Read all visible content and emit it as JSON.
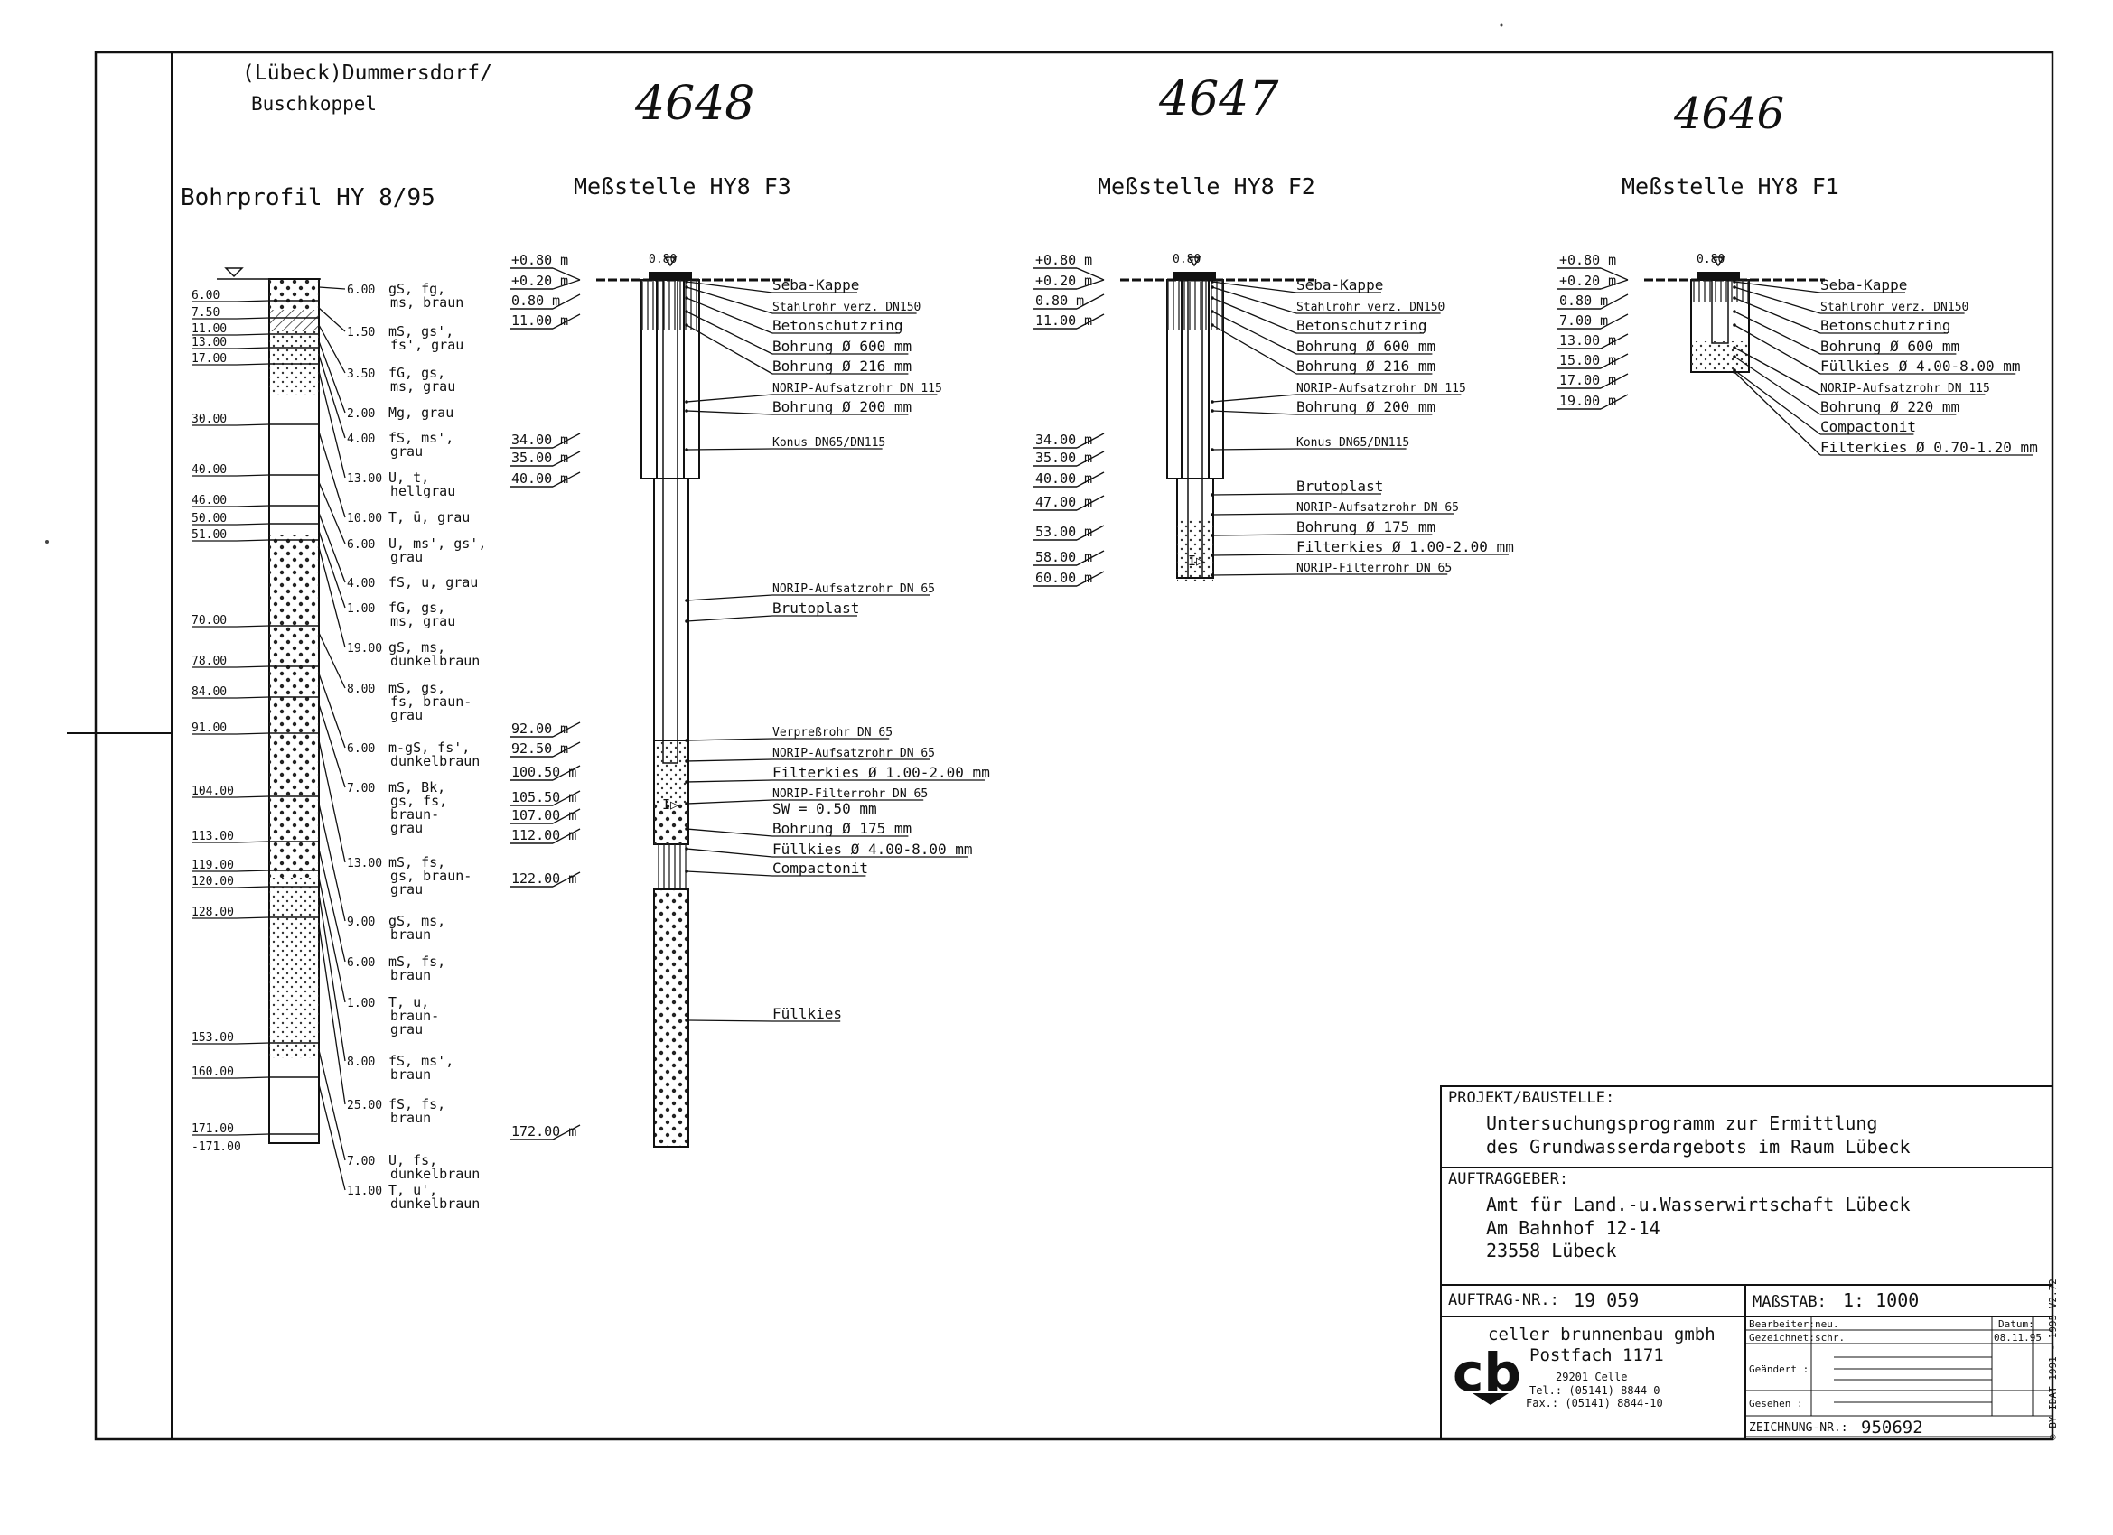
{
  "header": {
    "location_line1": "(Lübeck)Dummersdorf/",
    "location_line2": "Buschkoppel",
    "bohrprofil_title": "Bohrprofil HY 8/95"
  },
  "wells": [
    {
      "handwritten_number": "4648",
      "title": "Meßstelle HY8 F3",
      "depth_marks": [
        "+0.80 m",
        "+0.20 m",
        "0.80 m",
        "11.00 m",
        "34.00 m",
        "35.00 m",
        "40.00 m",
        "92.00 m",
        "92.50 m",
        "100.50 m",
        "105.50 m",
        "107.00 m",
        "112.00 m",
        "122.00 m",
        "172.00 m"
      ],
      "top_marker": "0.80",
      "labels": [
        "Seba-Kappe",
        "Stahlrohr verz. DN150",
        "Betonschutzring",
        "Bohrung Ø 600 mm",
        "Bohrung Ø 216 mm",
        "NORIP-Aufsatzrohr DN 115",
        "Bohrung Ø 200 mm",
        "Konus DN65/DN115",
        "NORIP-Aufsatzrohr DN 65",
        "Brutoplast",
        "Verpreßrohr DN 65",
        "NORIP-Aufsatzrohr DN 65",
        "Filterkies Ø 1.00-2.00 mm",
        "NORIP-Filterrohr DN 65",
        "SW = 0.50 mm",
        "Bohrung Ø 175 mm",
        "Füllkies Ø 4.00-8.00 mm",
        "Compactonit",
        "Füllkies"
      ]
    },
    {
      "handwritten_number": "4647",
      "title": "Meßstelle HY8 F2",
      "depth_marks": [
        "+0.80 m",
        "+0.20 m",
        "0.80 m",
        "11.00 m",
        "34.00 m",
        "35.00 m",
        "40.00 m",
        "47.00 m",
        "53.00 m",
        "58.00 m",
        "60.00 m"
      ],
      "top_marker": "0.80",
      "labels": [
        "Seba-Kappe",
        "Stahlrohr verz. DN150",
        "Betonschutzring",
        "Bohrung Ø 600 mm",
        "Bohrung Ø 216 mm",
        "NORIP-Aufsatzrohr DN 115",
        "Bohrung Ø 200 mm",
        "Konus DN65/DN115",
        "Brutoplast",
        "NORIP-Aufsatzrohr DN 65",
        "Bohrung Ø 175 mm",
        "Filterkies Ø 1.00-2.00 mm",
        "NORIP-Filterrohr DN 65"
      ]
    },
    {
      "handwritten_number": "4646",
      "title": "Meßstelle HY8 F1",
      "depth_marks": [
        "+0.80 m",
        "+0.20 m",
        "0.80 m",
        "7.00 m",
        "13.00 m",
        "15.00 m",
        "17.00 m",
        "19.00 m"
      ],
      "top_marker": "0.80",
      "labels": [
        "Seba-Kappe",
        "Stahlrohr verz. DN150",
        "Betonschutzring",
        "Bohrung Ø 600 mm",
        "Füllkies Ø 4.00-8.00 mm",
        "NORIP-Aufsatzrohr DN 115",
        "Bohrung Ø 220 mm",
        "Compactonit",
        "Filterkies Ø 0.70-1.20 mm"
      ]
    }
  ],
  "profile": {
    "depths": [
      "6.00",
      "7.50",
      "11.00",
      "13.00",
      "17.00",
      "30.00",
      "40.00",
      "46.00",
      "50.00",
      "51.00",
      "70.00",
      "78.00",
      "84.00",
      "91.00",
      "104.00",
      "113.00",
      "119.00",
      "120.00",
      "128.00",
      "153.00",
      "160.00",
      "171.00",
      "-171.00"
    ],
    "layers": [
      {
        "thickness": "6.00",
        "lines": [
          "gS, fg,",
          "ms, braun"
        ]
      },
      {
        "thickness": "1.50",
        "lines": [
          "mS, gs',",
          "fs', grau"
        ]
      },
      {
        "thickness": "3.50",
        "lines": [
          "fG, gs,",
          "ms, grau"
        ]
      },
      {
        "thickness": "2.00",
        "lines": [
          "Mg, grau"
        ]
      },
      {
        "thickness": "4.00",
        "lines": [
          "fS, ms',",
          "grau"
        ]
      },
      {
        "thickness": "13.00",
        "lines": [
          "U, t,",
          "hellgrau"
        ]
      },
      {
        "thickness": "10.00",
        "lines": [
          "T, ū, grau"
        ]
      },
      {
        "thickness": "6.00",
        "lines": [
          "U, ms', gs',",
          "grau"
        ]
      },
      {
        "thickness": "4.00",
        "lines": [
          "fS, u, grau"
        ]
      },
      {
        "thickness": "1.00",
        "lines": [
          "fG, gs,",
          "ms, grau"
        ]
      },
      {
        "thickness": "19.00",
        "lines": [
          "gS, ms,",
          "dunkelbraun"
        ]
      },
      {
        "thickness": "8.00",
        "lines": [
          "mS, gs,",
          "fs, braun-",
          "grau"
        ]
      },
      {
        "thickness": "6.00",
        "lines": [
          "m-gS, fs',",
          "dunkelbraun"
        ]
      },
      {
        "thickness": "7.00",
        "lines": [
          "mS, Bk,",
          "gs, fs,",
          "braun-",
          "grau"
        ]
      },
      {
        "thickness": "13.00",
        "lines": [
          "mS, fs,",
          "gs, braun-",
          "grau"
        ]
      },
      {
        "thickness": "9.00",
        "lines": [
          "gS, ms,",
          "braun"
        ]
      },
      {
        "thickness": "6.00",
        "lines": [
          "mS, fs,",
          "braun"
        ]
      },
      {
        "thickness": "1.00",
        "lines": [
          "T, u,",
          "braun-",
          "grau"
        ]
      },
      {
        "thickness": "8.00",
        "lines": [
          "fS, ms',",
          "braun"
        ]
      },
      {
        "thickness": "25.00",
        "lines": [
          "fS, fs,",
          "braun"
        ]
      },
      {
        "thickness": "7.00",
        "lines": [
          "U, fs,",
          "dunkelbraun"
        ]
      },
      {
        "thickness": "11.00",
        "lines": [
          "T, u',",
          "dunkelbraun"
        ]
      }
    ]
  },
  "title_block": {
    "projekt_label": "PROJEKT/BAUSTELLE:",
    "projekt_line1": "Untersuchungsprogramm zur Ermittlung",
    "projekt_line2": "des Grundwasserdargebots im Raum Lübeck",
    "auftraggeber_label": "AUFTRAGGEBER:",
    "auftraggeber_line1": "Amt für Land.-u.Wasserwirtschaft Lübeck",
    "auftraggeber_line2": "Am Bahnhof 12-14",
    "auftraggeber_line3": "23558 Lübeck",
    "auftrag_label": "AUFTRAG-NR.:",
    "auftrag_value": "19 059",
    "massstab_label": "MAßSTAB:",
    "massstab_value": "1: 1000",
    "company_line1": "celler brunnenbau gmbh",
    "company_line2": "Postfach 1171",
    "company_city": "29201 Celle",
    "company_tel": "Tel.:  (05141) 8844-0",
    "company_fax": "Fax.:  (05141) 8844-10",
    "logo_text": "cb",
    "bearbeiter_label": "Bearbeiter:",
    "bearbeiter_value": "neu.",
    "datum_label": "Datum:",
    "datum_value": "08.11.95",
    "gezeichnet_label": "Gezeichnet:",
    "gezeichnet_value": "schr.",
    "geaendert_label": "Geändert  :",
    "gesehen_label": "Gesehen   :",
    "zeichnung_label": "ZEICHNUNG-NR.:",
    "zeichnung_value": "950692",
    "copyright": "© BY IDAT 1991 - 1995  V2.72"
  }
}
